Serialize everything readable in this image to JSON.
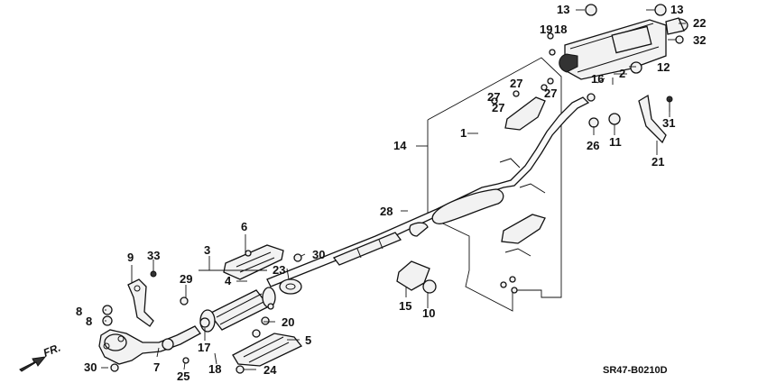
{
  "diagram_code": "SR47-B0210D",
  "direction_label": "FR.",
  "callouts": [
    {
      "id": "c1",
      "text": "1"
    },
    {
      "id": "c2",
      "text": "2"
    },
    {
      "id": "c3",
      "text": "3"
    },
    {
      "id": "c4",
      "text": "4"
    },
    {
      "id": "c5",
      "text": "5"
    },
    {
      "id": "c6",
      "text": "6"
    },
    {
      "id": "c7",
      "text": "7"
    },
    {
      "id": "c8a",
      "text": "8"
    },
    {
      "id": "c8b",
      "text": "8"
    },
    {
      "id": "c9",
      "text": "9"
    },
    {
      "id": "c10",
      "text": "10"
    },
    {
      "id": "c11",
      "text": "11"
    },
    {
      "id": "c12",
      "text": "12"
    },
    {
      "id": "c13a",
      "text": "13"
    },
    {
      "id": "c13b",
      "text": "13"
    },
    {
      "id": "c14",
      "text": "14"
    },
    {
      "id": "c15",
      "text": "15"
    },
    {
      "id": "c16",
      "text": "16"
    },
    {
      "id": "c17",
      "text": "17"
    },
    {
      "id": "c18a",
      "text": "18"
    },
    {
      "id": "c18b",
      "text": "18"
    },
    {
      "id": "c19",
      "text": "19"
    },
    {
      "id": "c20",
      "text": "20"
    },
    {
      "id": "c21",
      "text": "21"
    },
    {
      "id": "c22",
      "text": "22"
    },
    {
      "id": "c23",
      "text": "23"
    },
    {
      "id": "c24",
      "text": "24"
    },
    {
      "id": "c25",
      "text": "25"
    },
    {
      "id": "c26",
      "text": "26"
    },
    {
      "id": "c27a",
      "text": "27"
    },
    {
      "id": "c27b",
      "text": "27"
    },
    {
      "id": "c27c",
      "text": "27"
    },
    {
      "id": "c27d",
      "text": "27"
    },
    {
      "id": "c28",
      "text": "28"
    },
    {
      "id": "c29",
      "text": "29"
    },
    {
      "id": "c30a",
      "text": "30"
    },
    {
      "id": "c30b",
      "text": "30"
    },
    {
      "id": "c31",
      "text": "31"
    },
    {
      "id": "c32",
      "text": "32"
    },
    {
      "id": "c33",
      "text": "33"
    }
  ]
}
